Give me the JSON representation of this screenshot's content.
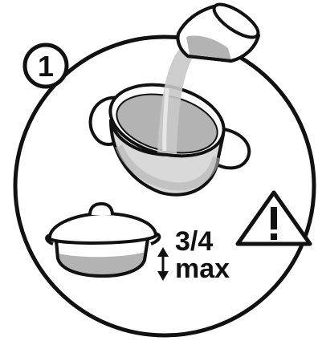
{
  "step": {
    "number": "1"
  },
  "fill_label": {
    "line1": "3/4",
    "line2": "max"
  },
  "fill_level": {
    "fraction": 0.75
  },
  "icons": {
    "step_badge": "step-number-badge",
    "pour": "measuring-cup-pouring-icon",
    "pot": "open-pot-icon",
    "covered_pot": "covered-pot-icon",
    "level_arrow": "double-arrow-icon",
    "warning": "warning-triangle-icon"
  },
  "colors": {
    "outline": "#111111",
    "liquid": "#b3b3b3",
    "liquid_light": "#d4d4d4",
    "background": "#ffffff"
  }
}
